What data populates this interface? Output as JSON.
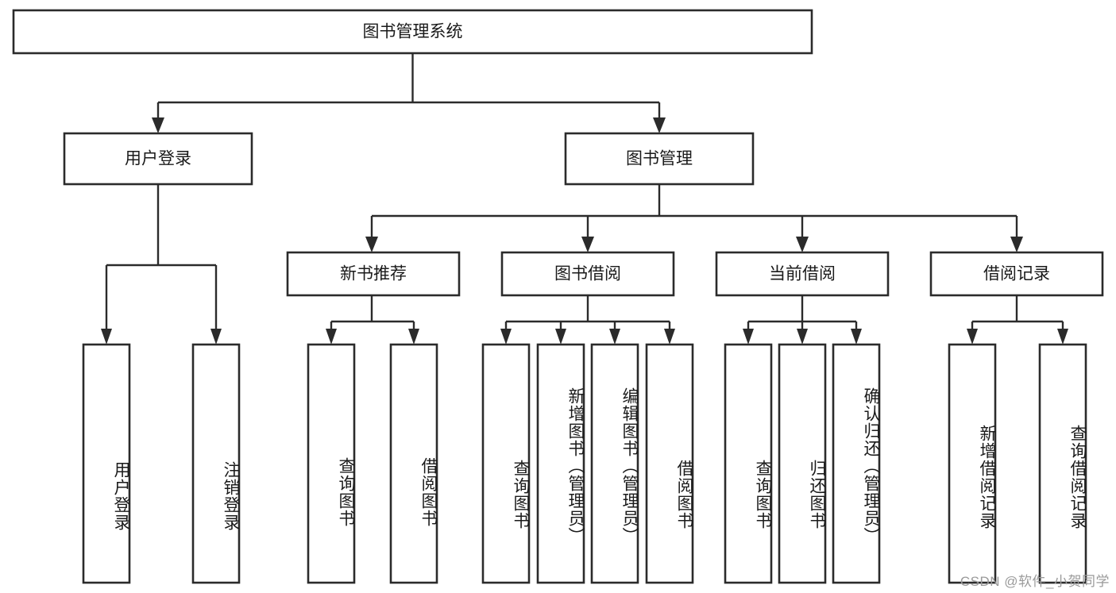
{
  "diagram": {
    "type": "hierarchy-tree",
    "title": "图书管理系统",
    "root": {
      "label": "图书管理系统",
      "orientation": "horizontal"
    },
    "level2": [
      {
        "label": "用户登录",
        "orientation": "horizontal"
      },
      {
        "label": "图书管理",
        "orientation": "horizontal"
      }
    ],
    "level3": [
      {
        "label": "新书推荐",
        "orientation": "horizontal",
        "parent": "图书管理"
      },
      {
        "label": "图书借阅",
        "orientation": "horizontal",
        "parent": "图书管理"
      },
      {
        "label": "当前借阅",
        "orientation": "horizontal",
        "parent": "图书管理"
      },
      {
        "label": "借阅记录",
        "orientation": "horizontal",
        "parent": "图书管理"
      }
    ],
    "leaves": [
      {
        "label": "用户登录",
        "parent": "用户登录",
        "orientation": "vertical"
      },
      {
        "label": "注销登录",
        "parent": "用户登录",
        "orientation": "vertical"
      },
      {
        "label": "查询图书",
        "parent": "新书推荐",
        "orientation": "vertical"
      },
      {
        "label": "借阅图书",
        "parent": "新书推荐",
        "orientation": "vertical"
      },
      {
        "label": "查询图书",
        "parent": "图书借阅",
        "orientation": "vertical"
      },
      {
        "label": "新增图书（管理员）",
        "parent": "图书借阅",
        "orientation": "vertical"
      },
      {
        "label": "编辑图书（管理员）",
        "parent": "图书借阅",
        "orientation": "vertical"
      },
      {
        "label": "借阅图书",
        "parent": "图书借阅",
        "orientation": "vertical"
      },
      {
        "label": "查询图书",
        "parent": "当前借阅",
        "orientation": "vertical"
      },
      {
        "label": "归还图书",
        "parent": "当前借阅",
        "orientation": "vertical"
      },
      {
        "label": "确认归还（管理员）",
        "parent": "当前借阅",
        "orientation": "vertical"
      },
      {
        "label": "新增借阅记录",
        "parent": "借阅记录",
        "orientation": "vertical"
      },
      {
        "label": "查询借阅记录",
        "parent": "借阅记录",
        "orientation": "vertical"
      }
    ]
  },
  "watermark": {
    "text": "CSDN @软件_小贺同学"
  },
  "colors": {
    "background": "#ffffff",
    "stroke": "#2b2b2b",
    "box_fill": "#ffffff",
    "text": "#1a1a1a",
    "watermark": "#9a9a9a"
  }
}
